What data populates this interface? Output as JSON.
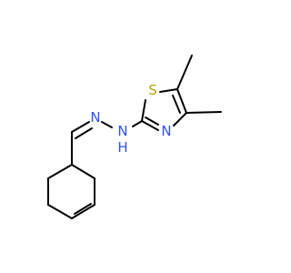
{
  "molecule": {
    "atoms": {
      "sulfur": {
        "symbol": "S",
        "color": "#B8A000"
      },
      "thiazole_nitrogen": {
        "symbol": "N",
        "color": "#3050F8"
      },
      "hydrazone_nh": {
        "symbol": "N",
        "h_symbol": "H",
        "color": "#3050F8"
      },
      "imine_nitrogen": {
        "symbol": "N",
        "color": "#3050F8"
      }
    },
    "bond_color": "#000000"
  }
}
